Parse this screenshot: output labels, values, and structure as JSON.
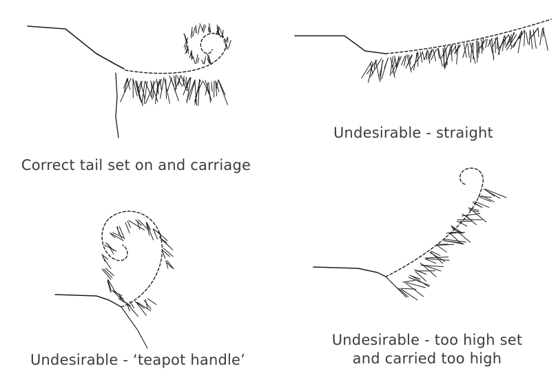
{
  "figures": [
    {
      "id": "correct",
      "caption": "Correct tail set on and carriage"
    },
    {
      "id": "straight",
      "caption": "Undesirable - straight"
    },
    {
      "id": "teapot",
      "caption": "Undesirable - ‘teapot handle’"
    },
    {
      "id": "high",
      "caption_line1": "Undesirable - too high set",
      "caption_line2": "and carried too high"
    }
  ],
  "colors": {
    "ink": "#1a1a1a",
    "text": "#3c3c3c"
  }
}
